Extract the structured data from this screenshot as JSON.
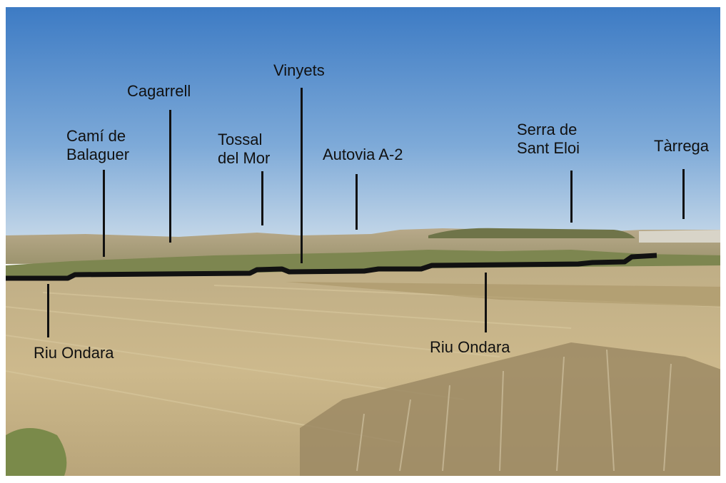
{
  "colors": {
    "sky_top": "#3f7fc7",
    "sky_bottom": "#b9d1e6",
    "field": "#c9b68a",
    "field_dark": "#b59f72",
    "vegetation": "#6d7a45",
    "river_line": "#111111",
    "label_text": "#111111",
    "frame": "#ffffff"
  },
  "labels": {
    "cami_de_balaguer": [
      "Camí de",
      "Balaguer"
    ],
    "cagarrell": "Cagarrell",
    "tossal_del_mor": [
      "Tossal",
      "del Mor"
    ],
    "vinyets": "Vinyets",
    "autovia_a2": "Autovia A-2",
    "serra_de_sant_eloi": [
      "Serra de",
      "Sant Eloi"
    ],
    "tarrega": "Tàrrega",
    "riu_ondara_left": "Riu Ondara",
    "riu_ondara_right": "Riu Ondara"
  }
}
